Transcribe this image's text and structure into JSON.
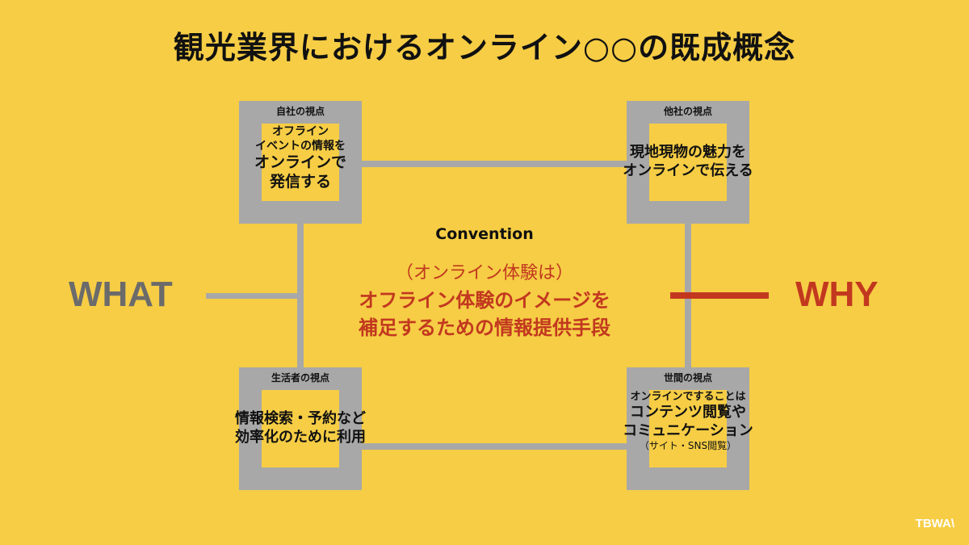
{
  "title": "観光業界におけるオンライン○○の既成概念",
  "axis": {
    "left": "WHAT",
    "right": "WHY"
  },
  "center": {
    "heading": "Convention",
    "sub": "（オンライン体験は）",
    "main_line1": "オフライン体験のイメージを",
    "main_line2": "補足するための情報提供手段"
  },
  "boxes": {
    "top_left": {
      "label": "自社の視点",
      "lines": [
        "オフライン",
        "イベントの情報を",
        "オンラインで",
        "発信する"
      ]
    },
    "top_right": {
      "label": "他社の視点",
      "lines": [
        "現地現物の魅力を",
        "オンラインで伝える"
      ]
    },
    "bottom_left": {
      "label": "生活者の視点",
      "lines": [
        "情報検索・予約など",
        "効率化のために利用"
      ]
    },
    "bottom_right": {
      "label": "世間の視点",
      "lines": [
        "オンラインですることは",
        "コンテンツ閲覧や",
        "コミュニケーション",
        "（サイト・SNS閲覧）"
      ]
    }
  },
  "logo": "TBWA\\",
  "colors": {
    "background": "#f6cd45",
    "grey": "#a8a8a8",
    "accent": "#c2381f"
  }
}
